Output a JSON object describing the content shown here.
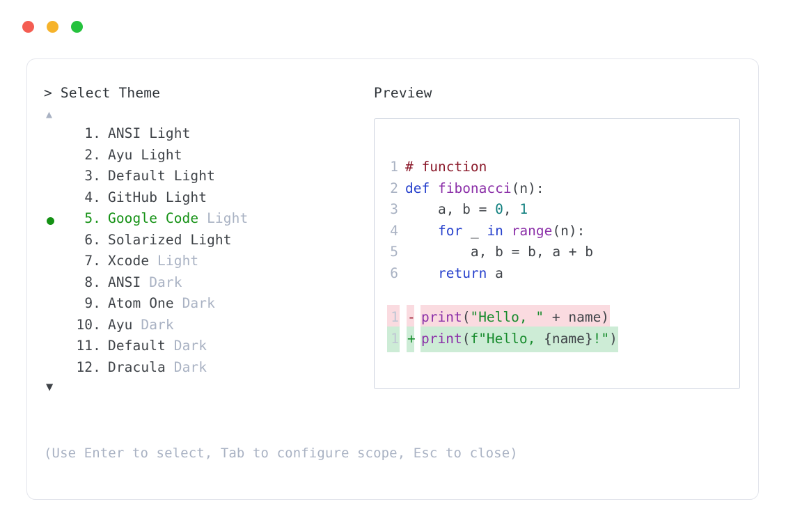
{
  "window": {
    "dots": [
      {
        "name": "close-dot",
        "color": "#f45d52"
      },
      {
        "name": "minimize-dot",
        "color": "#f6b32b"
      },
      {
        "name": "maximize-dot",
        "color": "#25c23d"
      }
    ]
  },
  "prompt": {
    "title": "> Select Theme",
    "scroll_up": "▲",
    "scroll_down": "▼",
    "hint": "(Use Enter to select, Tab to configure scope, Esc to close)"
  },
  "theme_list": {
    "selected_index": 5,
    "items": [
      {
        "number": "1.",
        "name": "ANSI",
        "suffix": "Light",
        "suffix_dim": false,
        "selected": false
      },
      {
        "number": "2.",
        "name": "Ayu",
        "suffix": "Light",
        "suffix_dim": false,
        "selected": false
      },
      {
        "number": "3.",
        "name": "Default",
        "suffix": "Light",
        "suffix_dim": false,
        "selected": false
      },
      {
        "number": "4.",
        "name": "GitHub",
        "suffix": "Light",
        "suffix_dim": false,
        "selected": false
      },
      {
        "number": "5.",
        "name": "Google Code",
        "suffix": "Light",
        "suffix_dim": true,
        "selected": true
      },
      {
        "number": "6.",
        "name": "Solarized",
        "suffix": "Light",
        "suffix_dim": false,
        "selected": false
      },
      {
        "number": "7.",
        "name": "Xcode",
        "suffix": "Light",
        "suffix_dim": true,
        "selected": false
      },
      {
        "number": "8.",
        "name": "ANSI",
        "suffix": "Dark",
        "suffix_dim": true,
        "selected": false
      },
      {
        "number": "9.",
        "name": "Atom One",
        "suffix": "Dark",
        "suffix_dim": true,
        "selected": false
      },
      {
        "number": "10.",
        "name": "Ayu",
        "suffix": "Dark",
        "suffix_dim": true,
        "selected": false
      },
      {
        "number": "11.",
        "name": "Default",
        "suffix": "Dark",
        "suffix_dim": true,
        "selected": false
      },
      {
        "number": "12.",
        "name": "Dracula",
        "suffix": "Dark",
        "suffix_dim": true,
        "selected": false
      }
    ]
  },
  "preview": {
    "label": "Preview",
    "code_lines": [
      {
        "n": "1",
        "tokens": [
          {
            "t": "# function",
            "c": "comment"
          }
        ]
      },
      {
        "n": "2",
        "tokens": [
          {
            "t": "def ",
            "c": "keyword"
          },
          {
            "t": "fibonacci",
            "c": "func"
          },
          {
            "t": "(n):",
            "c": "punct"
          }
        ]
      },
      {
        "n": "3",
        "tokens": [
          {
            "t": "    a, b = ",
            "c": "plain"
          },
          {
            "t": "0",
            "c": "number"
          },
          {
            "t": ", ",
            "c": "plain"
          },
          {
            "t": "1",
            "c": "number"
          }
        ]
      },
      {
        "n": "4",
        "tokens": [
          {
            "t": "    ",
            "c": "plain"
          },
          {
            "t": "for",
            "c": "keyword"
          },
          {
            "t": " _ ",
            "c": "plain"
          },
          {
            "t": "in",
            "c": "keyword"
          },
          {
            "t": " ",
            "c": "plain"
          },
          {
            "t": "range",
            "c": "func"
          },
          {
            "t": "(n):",
            "c": "punct"
          }
        ]
      },
      {
        "n": "5",
        "tokens": [
          {
            "t": "        a, b = b, a + b",
            "c": "plain"
          }
        ]
      },
      {
        "n": "6",
        "tokens": [
          {
            "t": "    ",
            "c": "plain"
          },
          {
            "t": "return",
            "c": "keyword"
          },
          {
            "t": " a",
            "c": "plain"
          }
        ]
      }
    ],
    "diff_lines": [
      {
        "n": "1",
        "mark": "-",
        "kind": "minus",
        "tokens": [
          {
            "t": "print",
            "c": "func"
          },
          {
            "t": "(",
            "c": "punct"
          },
          {
            "t": "\"Hello, \"",
            "c": "string"
          },
          {
            "t": " + name)",
            "c": "plain"
          }
        ]
      },
      {
        "n": "1",
        "mark": "+",
        "kind": "plus",
        "tokens": [
          {
            "t": "print",
            "c": "func"
          },
          {
            "t": "(",
            "c": "punct"
          },
          {
            "t": "f\"Hello, ",
            "c": "string"
          },
          {
            "t": "{name}",
            "c": "plain"
          },
          {
            "t": "!\"",
            "c": "string"
          },
          {
            "t": ")",
            "c": "punct"
          }
        ]
      }
    ]
  }
}
